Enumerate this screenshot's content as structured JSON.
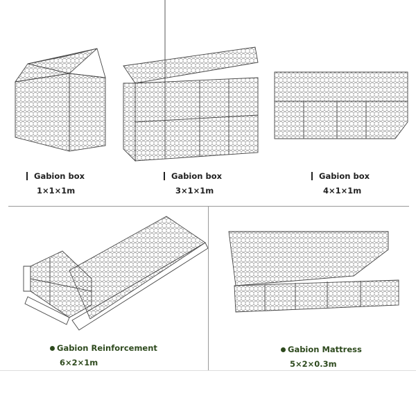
{
  "products": [
    {
      "name": "Gabion box",
      "size": "1×1×1m"
    },
    {
      "name": "Gabion box",
      "size": "3×1×1m"
    },
    {
      "name": "Gabion box",
      "size": "4×1×1m"
    },
    {
      "name": "Gabion Reinforcement",
      "size": "6×2×1m"
    },
    {
      "name": "Gabion Mattress",
      "size": "5×2×0.3m"
    }
  ],
  "colors": {
    "accent": "#2e4a1e",
    "text": "#222222",
    "mesh": "#555555"
  }
}
